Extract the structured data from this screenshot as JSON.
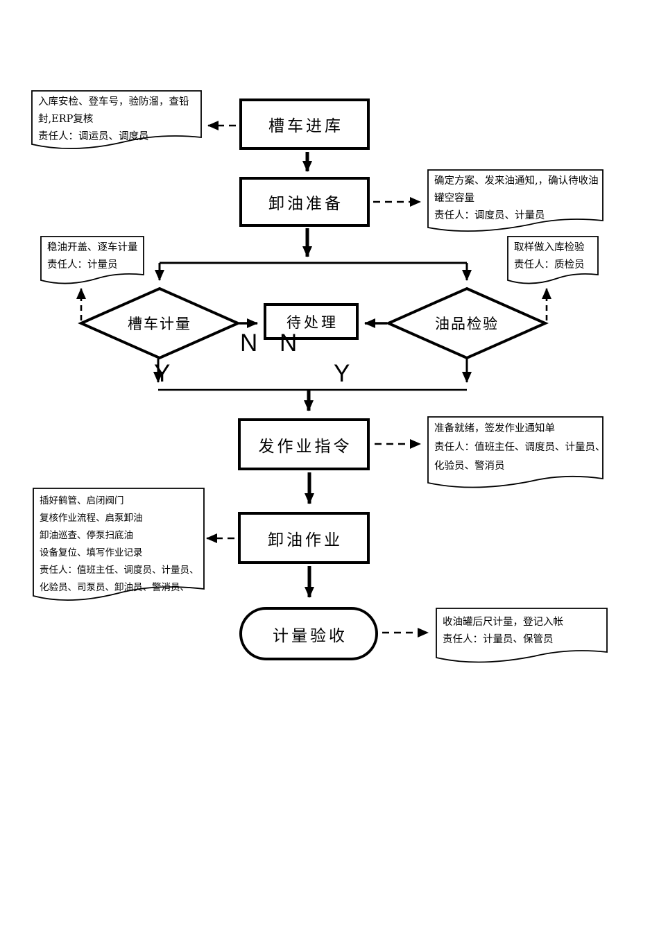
{
  "page": {
    "background": "#ffffff",
    "line_color": "#000000",
    "box_fill": "#ffffff"
  },
  "flow": {
    "nodes": [
      {
        "id": "tanker-entry",
        "shape": "process",
        "label": "槽车进库"
      },
      {
        "id": "unload-prep",
        "shape": "process",
        "label": "卸油准备"
      },
      {
        "id": "tanker-measure",
        "shape": "decision",
        "label": "槽车计量"
      },
      {
        "id": "pending",
        "shape": "process",
        "label": "待处理"
      },
      {
        "id": "oil-inspect",
        "shape": "decision",
        "label": "油品检验"
      },
      {
        "id": "issue-order",
        "shape": "process",
        "label": "发作业指令"
      },
      {
        "id": "unload-operation",
        "shape": "process",
        "label": "卸油作业"
      },
      {
        "id": "measure-accept",
        "shape": "terminator",
        "label": "计量验收"
      }
    ],
    "branch_labels": [
      {
        "id": "n-left",
        "text": "N"
      },
      {
        "id": "n-mid",
        "text": "N"
      },
      {
        "id": "y-left",
        "text": "Y"
      },
      {
        "id": "y-right",
        "text": "Y"
      }
    ]
  },
  "annotations": [
    {
      "id": "note-entry",
      "lines": [
        "入库安检、登车号，验防溜，查铅",
        "封,ERP复核",
        "责任人：调运员、调度员"
      ]
    },
    {
      "id": "note-prep",
      "lines": [
        "确定方案、发来油通知,，确认待收油",
        "罐空容量",
        "责任人：调度员、计量员"
      ]
    },
    {
      "id": "note-measure",
      "lines": [
        "稳油开盖、逐车计量",
        "责任人：计量员"
      ]
    },
    {
      "id": "note-inspect",
      "lines": [
        "取样做入库检验",
        "责任人：质检员"
      ]
    },
    {
      "id": "note-order",
      "lines": [
        "准备就绪，签发作业通知单",
        "责任人：值班主任、调度员、计量员、",
        "化验员、警消员"
      ]
    },
    {
      "id": "note-operation",
      "lines": [
        "插好鹤管、启闭阀门",
        "复核作业流程、启泵卸油",
        "卸油巡查、停泵扫底油",
        "设备复位、填写作业记录",
        "责任人：值班主任、调度员、计量员、",
        "化验员、司泵员、卸油员、警消员、"
      ]
    },
    {
      "id": "note-accept",
      "lines": [
        "收油罐后尺计量，登记入帐",
        "责任人：计量员、保管员"
      ]
    }
  ]
}
